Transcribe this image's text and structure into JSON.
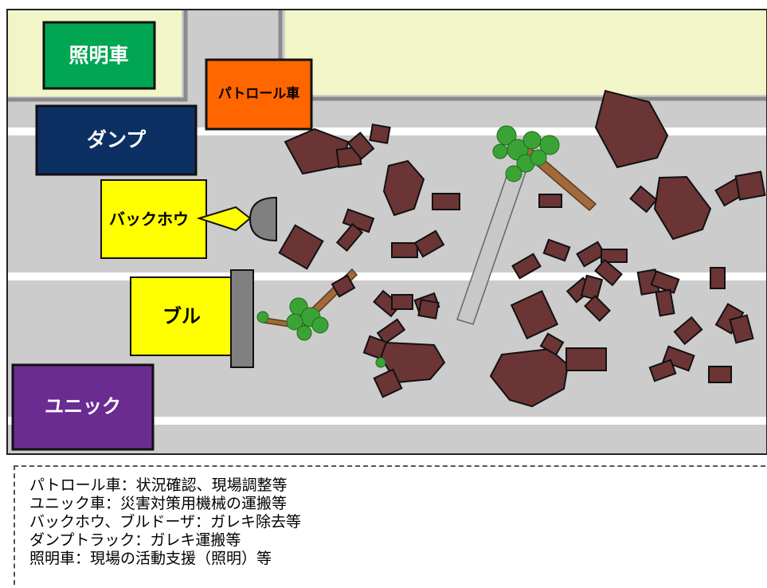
{
  "vehicles": {
    "lighting": "照明車",
    "patrol": "パトロール車",
    "dump": "ダンプ",
    "backhoe": "バックホウ",
    "bulldozer": "ブル",
    "unic": "ユニック"
  },
  "colors": {
    "lighting": "#00a651",
    "patrol": "#ff6600",
    "dump": "#0d3063",
    "backhoe": "#ffff00",
    "bulldozer": "#ffff00",
    "unic": "#6a2c91",
    "road": "#cccccc",
    "grass": "#f2f5c8",
    "debris": "#6b3535",
    "tree": "#3aa335"
  },
  "legend": [
    "パトロール車：状況確認、現場調整等",
    "ユニック車：災害対策用機械の運搬等",
    "バックホウ、ブルドーザ：ガレキ除去等",
    "ダンプトラック：ガレキ運搬等",
    "照明車：現場の活動支援（照明）等"
  ]
}
